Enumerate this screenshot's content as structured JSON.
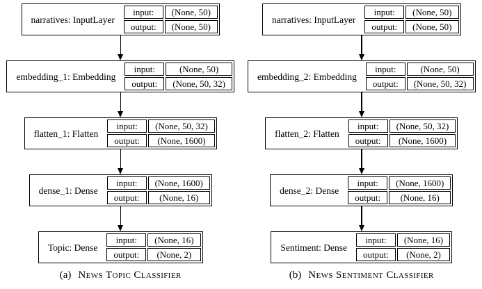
{
  "labels": {
    "input": "input:",
    "output": "output:"
  },
  "colors": {
    "border": "#000000",
    "background": "#ffffff",
    "text": "#000000"
  },
  "diagrams": [
    {
      "caption_prefix": "(a)",
      "caption": "News Topic Classifier",
      "nodes": [
        {
          "name": "narratives: InputLayer",
          "input": "(None, 50)",
          "output": "(None, 50)"
        },
        {
          "name": "embedding_1: Embedding",
          "input": "(None, 50)",
          "output": "(None, 50, 32)"
        },
        {
          "name": "flatten_1: Flatten",
          "input": "(None, 50, 32)",
          "output": "(None, 1600)"
        },
        {
          "name": "dense_1: Dense",
          "input": "(None, 1600)",
          "output": "(None, 16)"
        },
        {
          "name": "Topic: Dense",
          "input": "(None, 16)",
          "output": "(None, 2)"
        }
      ]
    },
    {
      "caption_prefix": "(b)",
      "caption": "News Sentiment Classifier",
      "nodes": [
        {
          "name": "narratives: InputLayer",
          "input": "(None, 50)",
          "output": "(None, 50)"
        },
        {
          "name": "embedding_2: Embedding",
          "input": "(None, 50)",
          "output": "(None, 50, 32)"
        },
        {
          "name": "flatten_2: Flatten",
          "input": "(None, 50, 32)",
          "output": "(None, 1600)"
        },
        {
          "name": "dense_2: Dense",
          "input": "(None, 1600)",
          "output": "(None, 16)"
        },
        {
          "name": "Sentiment: Dense",
          "input": "(None, 16)",
          "output": "(None, 2)"
        }
      ]
    }
  ]
}
